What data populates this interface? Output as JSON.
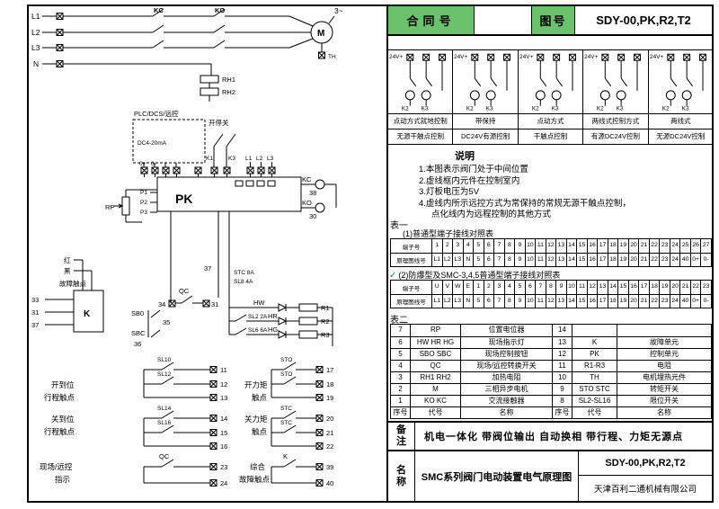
{
  "colors": {
    "highlight": "#6cc26c",
    "check": "#1f8a4c"
  },
  "title_block": {
    "contract_label": "合同号",
    "drawing_no_label": "图号",
    "drawing_no": "SDY-00,PK,R2,T2"
  },
  "wiring_options": {
    "panels": [
      {
        "v24": "24V+",
        "k2": "K2",
        "k3": "K3",
        "top": "点动方式就地控制",
        "bottom": "无源干触点控制"
      },
      {
        "v24": "24V+",
        "k2": "K2",
        "k3": "K3",
        "top": "带保持",
        "bottom": "DC24V有源控制"
      },
      {
        "v24": "24V+",
        "k2": "K2",
        "k3": "K3",
        "top": "点动方式",
        "bottom": "干触点控制"
      },
      {
        "v24": "24V+",
        "k2": "K2",
        "k3": "K3",
        "top": "两线式控制方式",
        "bottom": "有源DC24V控制"
      },
      {
        "v24": "24V+",
        "k2": "K2",
        "k3": "K3",
        "top": "两线式",
        "bottom": "无源DC24V控制"
      }
    ]
  },
  "notes": {
    "title": "说明",
    "lines": [
      "1.本图表示阀门处于中间位置",
      "2.虚线框内元件在控制室内",
      "3.灯板电压为5V",
      "4.虚线内所示远控方式为常保持的常规无源干触点控制，",
      "点化线内为远程控制的其他方式"
    ]
  },
  "table_one": {
    "label": "表一",
    "t1_caption": "(1)普通型端子接线对照表",
    "row_header_1": "端子号",
    "row_header_2": "原理图线号",
    "t1_terminals": [
      "1",
      "2",
      "3",
      "4",
      "5",
      "6",
      "7",
      "8",
      "9",
      "10",
      "11",
      "12",
      "13",
      "14",
      "15",
      "16",
      "17",
      "18",
      "19",
      "20",
      "21",
      "22",
      "23",
      "24",
      "25",
      "26",
      "27"
    ],
    "t1_wires": [
      "L1",
      "L2",
      "L3",
      "N",
      "5",
      "6",
      "7",
      "8",
      "9",
      "10",
      "11",
      "12",
      "13",
      "14",
      "15",
      "16",
      "17",
      "18",
      "19",
      "20",
      "21",
      "22",
      "23",
      "24",
      "40",
      "0+",
      "0-"
    ],
    "t2_check": "✓",
    "t2_caption": "(2)防爆型及SMC-3,4,5普通型端子接线对照表",
    "t2_terminals": [
      "U",
      "V",
      "W",
      "E",
      "1",
      "2",
      "3",
      "4",
      "5",
      "6",
      "7",
      "8",
      "9",
      "10",
      "11",
      "12",
      "13",
      "14",
      "15",
      "16",
      "17",
      "18",
      "19",
      "20",
      "21",
      "22",
      "23"
    ],
    "t2_wires": [
      "L1",
      "L2",
      "L3",
      "N",
      "5",
      "6",
      "7",
      "8",
      "9",
      "10",
      "11",
      "12",
      "13",
      "14",
      "15",
      "16",
      "17",
      "18",
      "19",
      "20",
      "21",
      "22",
      "23",
      "24",
      "40",
      "0+",
      "0-"
    ]
  },
  "table_two": {
    "label": "表二",
    "rows": [
      [
        "7",
        "RP",
        "位置电位器",
        "14",
        "",
        ""
      ],
      [
        "6",
        "HW HR HG",
        "现场指示灯",
        "13",
        "K",
        "故障单元"
      ],
      [
        "5",
        "SBO SBC",
        "现场控制按钮",
        "12",
        "PK",
        "控制单元"
      ],
      [
        "4",
        "QC",
        "现场/远控转换开关",
        "11",
        "R1-R3",
        "电阻"
      ],
      [
        "3",
        "RH1 RH2",
        "加热电阻",
        "10",
        "TH",
        "电机埋热元件"
      ],
      [
        "2",
        "M",
        "三相异步电机",
        "9",
        "STO STC",
        "转矩开关"
      ],
      [
        "1",
        "KO KC",
        "交流接触器",
        "8",
        "SL2-SL16",
        "限位开关"
      ],
      [
        "序号",
        "代号",
        "名称",
        "序号",
        "代号",
        "名称"
      ]
    ]
  },
  "footer": {
    "remark_label": "备注",
    "remark_text": "机电一体化 带阀位输出 自动换相 带行程、力矩无源点",
    "name_label": "名称",
    "name_text": "SMC系列阀门电动装置电气原理图",
    "drawing_no": "SDY-00,PK,R2,T2",
    "company": "天津百利二通机械有限公司"
  },
  "sch": {
    "l1": "L1",
    "l2": "L2",
    "l3": "L3",
    "n": "N",
    "kc": "KC",
    "ko": "KO",
    "phase": "3~",
    "motor": "M",
    "th": "TH",
    "rh1": "RH1",
    "rh2": "RH2",
    "plc": "PLC/DCS/远控",
    "kaitingguan": "开停关",
    "dc": "DC4-20mA",
    "k1": "K1",
    "k3": "K3",
    "zp": "0+",
    "zm": "0-",
    "pl1": "L1",
    "pl2": "L2",
    "pl3": "L3",
    "pk": "PK",
    "rp": "RP",
    "p1": "P1",
    "p2": "P2",
    "p3": "P3",
    "kc2": "KC",
    "ko2": "KO",
    "n38": "38",
    "n30": "30",
    "n37b": "37",
    "stc8a": "STC 8A",
    "sl84a": "SL8 4A",
    "n34": "34",
    "qc": "QC",
    "n31b": "31",
    "sb0": "SB0",
    "sbc": "SBC",
    "n35": "35",
    "n36": "36",
    "fault": "故障触点",
    "k": "K",
    "n33": "33",
    "n31": "31",
    "n37": "37",
    "red": "红",
    "black": "黑",
    "hw": "HW",
    "hr": "HR",
    "hg": "HG",
    "r1": "R1",
    "r2": "R2",
    "r3": "R3",
    "sl2": "SL2 2A",
    "sl6": "SL6 6A",
    "open_limit": "开到位",
    "limit_contact": "行程触点",
    "sl10": "SL10",
    "sl12": "SL12",
    "n11": "11",
    "n12": "12",
    "n13": "13",
    "close_limit": "关到位",
    "sl14": "SL14",
    "sl16": "SL16",
    "n14": "14",
    "n15": "15",
    "n16": "16",
    "local_remote": "现场/远控",
    "indicate": "指示",
    "qc2": "QC",
    "n23": "23",
    "n24": "24",
    "open_torque": "开力矩",
    "contact": "触点",
    "sto": "STO",
    "n17": "17",
    "n18": "18",
    "n19": "19",
    "close_torque": "关力矩",
    "stc": "STC",
    "n20": "20",
    "n21": "21",
    "n22": "22",
    "combined": "综合",
    "fault2": "故障触点",
    "k2": "K",
    "n39": "39",
    "n40": "40"
  }
}
